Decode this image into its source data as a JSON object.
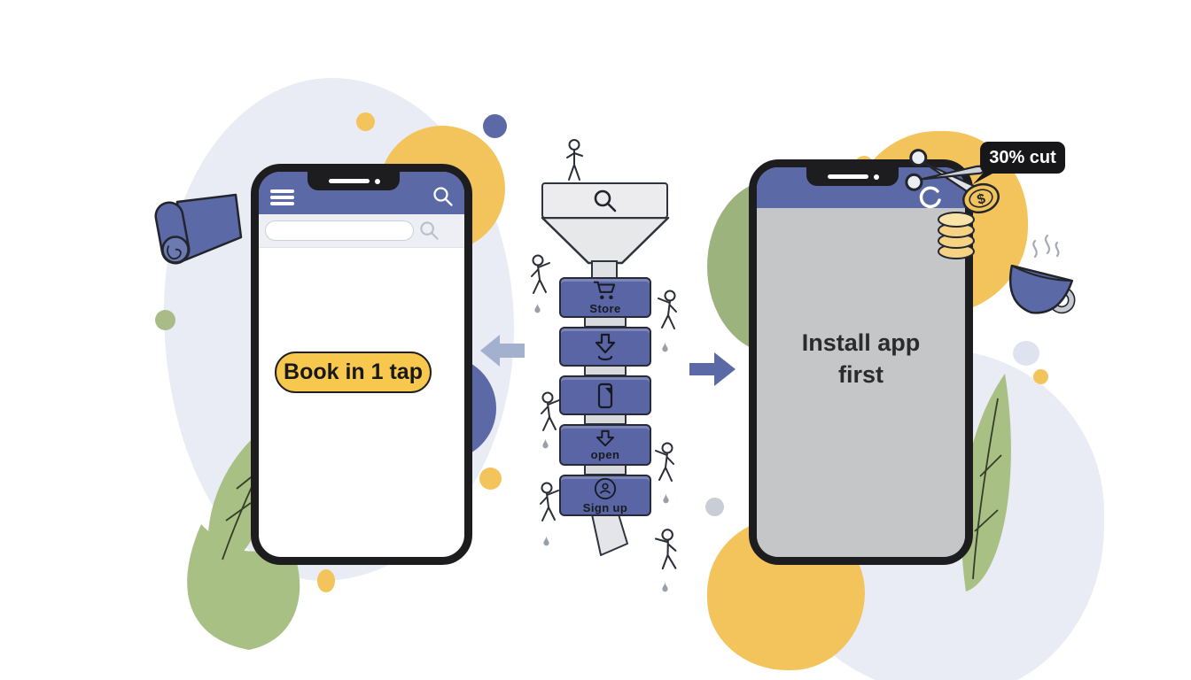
{
  "scene": {
    "left_phone": {
      "cta_label": "Book in 1 tap",
      "search_placeholder": "",
      "header_icons": [
        "hamburger-icon",
        "search-icon"
      ]
    },
    "funnel": {
      "steps": [
        {
          "id": "search",
          "label": "",
          "icon": "search-icon"
        },
        {
          "id": "store",
          "label": "Store",
          "icon": "cart-icon"
        },
        {
          "id": "download",
          "label": "",
          "icon": "download-icon"
        },
        {
          "id": "app",
          "label": "",
          "icon": "app-icon"
        },
        {
          "id": "open",
          "label": "open",
          "icon": "down-arrow-icon"
        },
        {
          "id": "signup",
          "label": "Sign up",
          "icon": "signup-icon"
        }
      ]
    },
    "right_phone": {
      "message_line1": "Install app",
      "message_line2": "first"
    },
    "fee_badge": {
      "label": "30% cut"
    }
  },
  "colors": {
    "blue": "#5b69a6",
    "panel_blue": "#5965a4",
    "yellow": "#f3c45c",
    "button_yellow": "#f8c84e",
    "green_leaf": "#a9c084",
    "green_circle": "#9cb37e",
    "lavender": "#e9ecf4",
    "screen_gray": "#c5c6c8",
    "badge_black": "#17171a",
    "outline": "#262b35"
  }
}
